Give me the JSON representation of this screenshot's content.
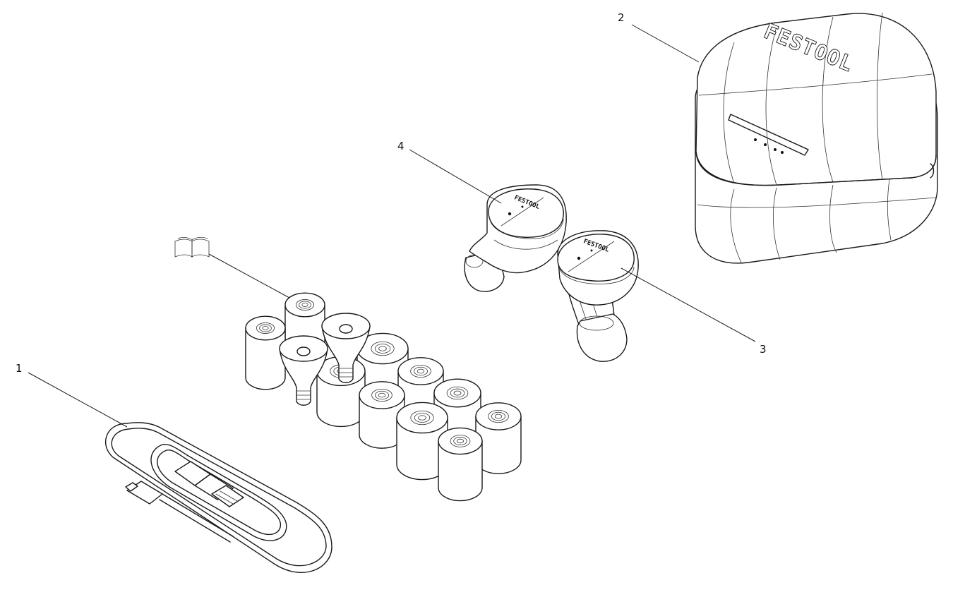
{
  "callouts": {
    "c1": "1",
    "c2": "2",
    "c3": "3",
    "c4": "4"
  },
  "branding": {
    "case_logo": "FESTOOL",
    "earbud_logo": "FESTOOL"
  },
  "colors": {
    "line": "#1a1a1a",
    "background": "#ffffff"
  },
  "icons": {
    "manual": "open-book-icon"
  }
}
